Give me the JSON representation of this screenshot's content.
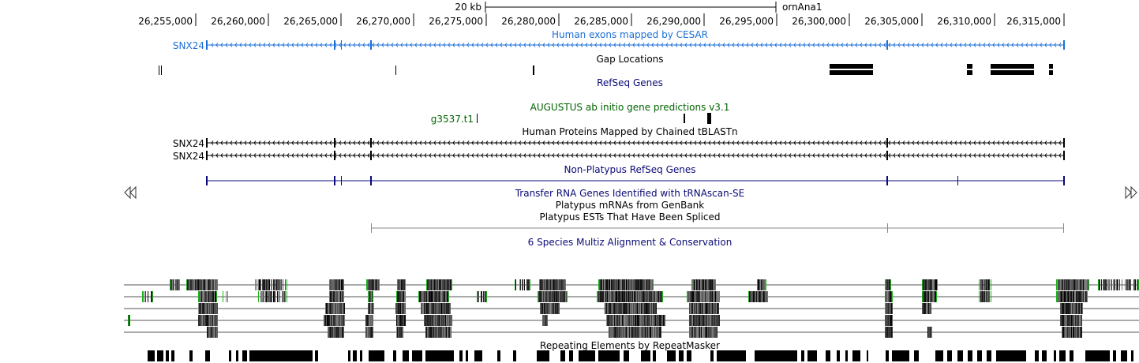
{
  "ruler": {
    "scale_label": "20 kb",
    "assembly": "ornAna1",
    "ticks": [
      "26,255,000",
      "26,260,000",
      "26,265,000",
      "26,270,000",
      "26,275,000",
      "26,280,000",
      "26,285,000",
      "26,290,000",
      "26,295,000",
      "26,300,000",
      "26,305,000",
      "26,310,000",
      "26,315,000"
    ]
  },
  "colors": {
    "cesar": "#1a6fd6",
    "refseq_navy": "#0a0a78",
    "augustus_green": "#006400",
    "black": "#000000",
    "est_gray": "#888888",
    "conservation_green": "#1bb31b"
  },
  "tracks": {
    "cesar": {
      "title": "Human exons mapped by CESAR",
      "feature_label": "SNX24"
    },
    "gap": {
      "title": "Gap Locations"
    },
    "refseq": {
      "title": "RefSeq Genes"
    },
    "augustus": {
      "title": "AUGUSTUS ab initio gene predictions v3.1",
      "feature_label": "g3537.t1"
    },
    "tblastn": {
      "title": "Human Proteins Mapped by Chained tBLASTn",
      "feature_labels": [
        "SNX24",
        "SNX24"
      ]
    },
    "xeno_refseq": {
      "title": "Non-Platypus RefSeq Genes"
    },
    "trna": {
      "title": "Transfer RNA Genes Identified with tRNAscan-SE"
    },
    "mrna": {
      "title": "Platypus mRNAs from GenBank"
    },
    "est": {
      "title": "Platypus ESTs That Have Been Spliced"
    },
    "multiz": {
      "title": "6 Species Multiz Alignment & Conservation"
    },
    "rmsk": {
      "title": "Repeating Elements by RepeatMasker"
    }
  },
  "nav": {
    "left_icon": "scroll-left-icon",
    "right_icon": "scroll-right-icon"
  }
}
